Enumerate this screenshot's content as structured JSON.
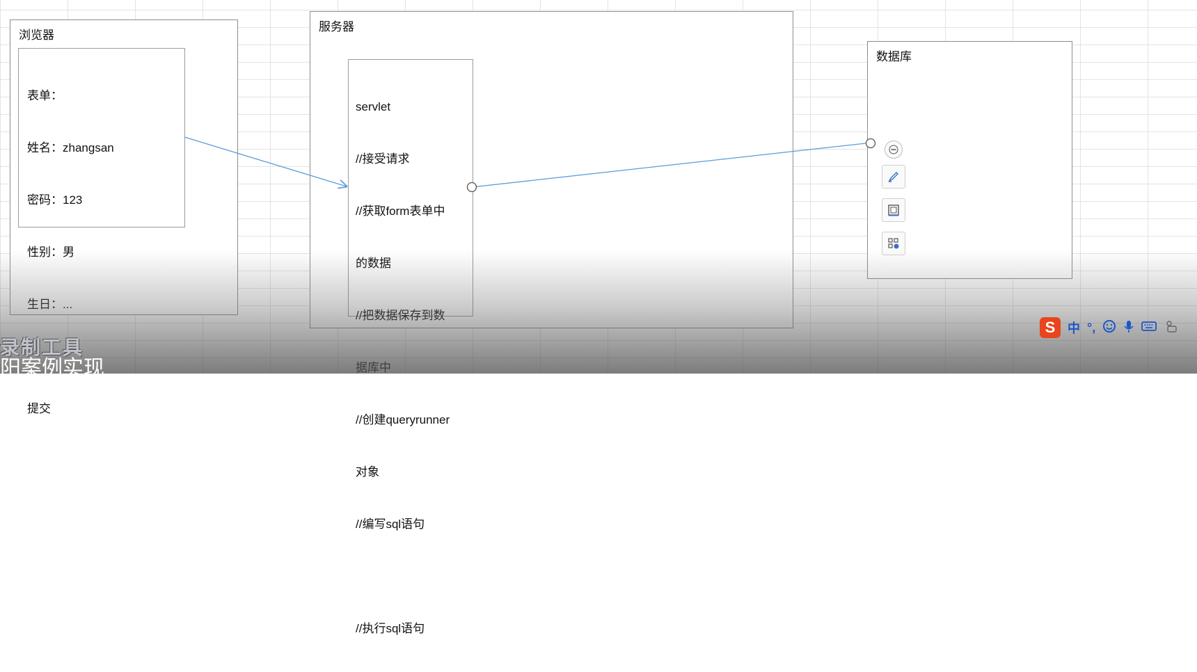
{
  "browser": {
    "title": "浏览器",
    "form_lines": [
      "表单：",
      "姓名：zhangsan",
      "密码：123",
      "性别：男",
      "生日：...",
      "",
      "提交"
    ]
  },
  "server": {
    "title": "服务器",
    "servlet_lines": [
      "servlet",
      "//接受请求",
      "//获取form表单中",
      "的数据",
      "//把数据保存到数",
      "据库中",
      "//创建queryrunner",
      "对象",
      "//编写sql语句",
      "",
      "//执行sql语句"
    ]
  },
  "database": {
    "title": "数据库"
  },
  "toolbar": {
    "icons": [
      "minus-circle-icon",
      "brush-icon",
      "frame-icon",
      "layout-icon"
    ]
  },
  "ime": {
    "logo": "S",
    "mode": "中",
    "punct": "°,",
    "items": [
      "emoji-icon",
      "mic-icon",
      "keyboard-icon",
      "skin-icon"
    ]
  },
  "overlay": {
    "watermark": "录制工具",
    "subtitle": "阳案例实现"
  },
  "colors": {
    "arrow": "#5b9bd5",
    "box_border": "#8c8c8c",
    "ime_logo": "#e8451e"
  }
}
